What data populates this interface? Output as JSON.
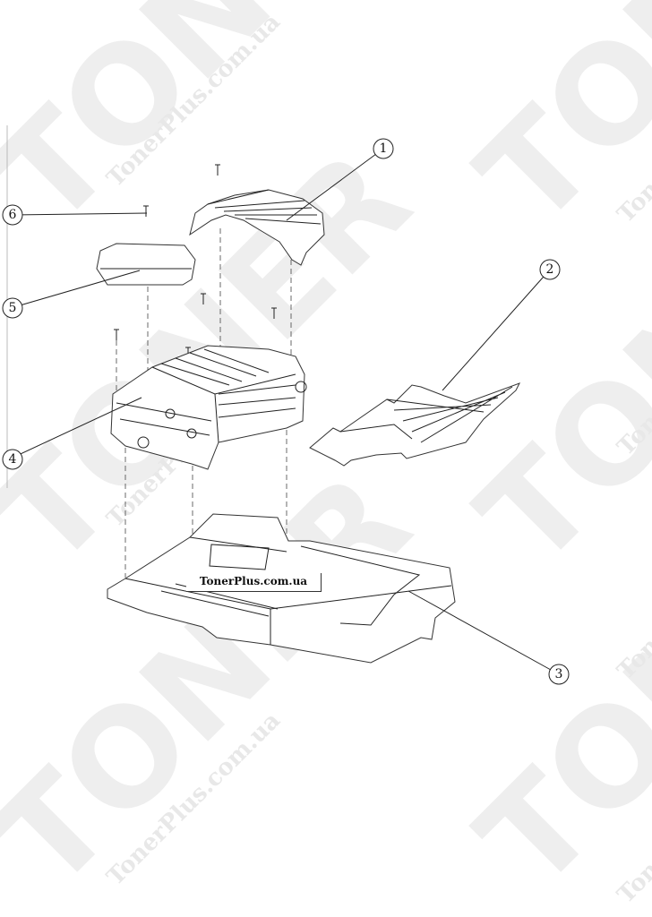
{
  "watermark": {
    "brand": "TONER",
    "url": "TonerPlus.com.ua"
  },
  "label": "TonerPlus.com.ua",
  "callouts": [
    "1",
    "2",
    "3",
    "4",
    "5",
    "6"
  ],
  "colors": {
    "line": "#222222",
    "watermark": "#eeeeee",
    "background": "#ffffff"
  }
}
